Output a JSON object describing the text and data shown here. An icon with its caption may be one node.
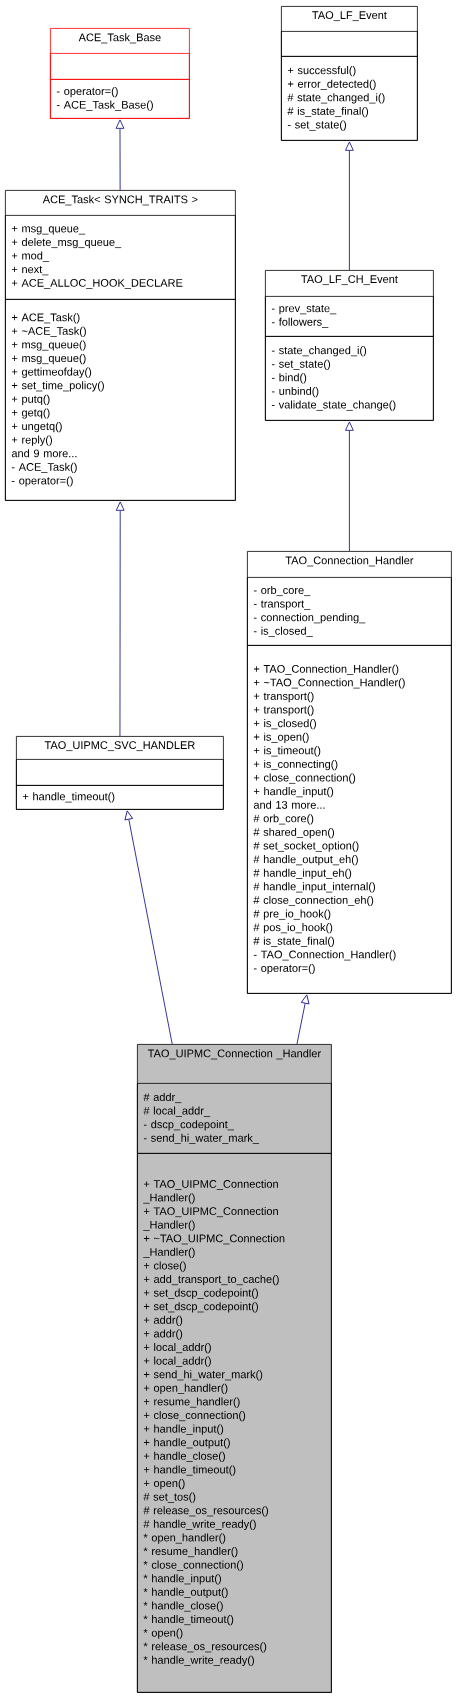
{
  "diagram": {
    "nodes": [
      {
        "text": [
          "ACE_Task_Base"
        ]
      },
      {
        "text": [],
        "shape": "box",
        "in": 0
      },
      {
        "text": [
          "- operator=()",
          "- ACE_Task_Base()"
        ],
        "in": 0
      },
      {
        "text": [
          "TAO_LF_Event"
        ]
      },
      {
        "text": [],
        "shape": "box",
        "in": 3
      },
      {
        "text": [
          "+ successful()",
          "+ error_detected()",
          "# state_changed_i()",
          "# is_state_final()",
          "- set_state()"
        ],
        "in": 3
      },
      {
        "text": [
          "ACE_Task< SYNCH_TRAITS >"
        ]
      },
      {
        "text": [
          "+ msg_queue_",
          "+ delete_msg_queue_",
          "+ mod_",
          "+ next_",
          "+ ACE_ALLOC_HOOK_DECLARE"
        ],
        "in": 6
      },
      {
        "text": [
          "+ ACE_Task()",
          "+ ~ACE_Task()",
          "+ msg_queue()",
          "+ msg_queue()",
          "+ gettimeofday()",
          "+ set_time_policy()",
          "+ putq()",
          "+ getq()",
          "+ ungetq()",
          "+ reply()",
          "and 9 more...",
          "- ACE_Task()",
          "- operator=()"
        ],
        "in": 6
      },
      {
        "text": [
          "TAO_LF_CH_Event"
        ]
      },
      {
        "text": [
          "- prev_state_",
          "- followers_"
        ],
        "in": 9
      },
      {
        "text": [
          "- state_changed_i()",
          "- set_state()",
          "- bind()",
          "- unbind()",
          "- validate_state_change()"
        ],
        "in": 9
      },
      {
        "text": [
          "TAO_UIPMC_SVC_HANDLER"
        ]
      },
      {
        "text": [],
        "shape": "box",
        "in": 12
      },
      {
        "text": [
          "+ handle_timeout()"
        ],
        "in": 12
      },
      {
        "text": [
          "TAO_Connection_Handler"
        ]
      },
      {
        "text": [
          "- orb_core_",
          "- transport_",
          "- connection_pending_",
          "- is_closed_"
        ],
        "in": 15
      },
      {
        "text": [
          "+ TAO_Connection_Handler()",
          "+ ~TAO_Connection_Handler()",
          "+ transport()",
          "+ transport()",
          "+ is_closed()",
          "+ is_open()",
          "+ is_timeout()",
          "+ is_connecting()",
          "+ close_connection()",
          "+ handle_input()",
          "and 13 more...",
          "# orb_core()",
          "# shared_open()",
          "# set_socket_option()",
          "# handle_output_eh()",
          "# handle_input_eh()",
          "# handle_input_internal()",
          "# close_connection_eh()",
          "# pre_io_hook()",
          "# pos_io_hook()",
          "# is_state_final()",
          "- TAO_Connection_Handler()",
          "- operator=()"
        ],
        "in": 15
      },
      {
        "text": [
          "TAO_UIPMC_Connection _Handler"
        ]
      },
      {
        "text": [
          "# addr_",
          "# local_addr_",
          "- dscp_codepoint_",
          "- send_hi_water_mark_"
        ],
        "in": 18
      },
      {
        "text": [
          "+ TAO_UIPMC_Connection _Handler()",
          "+ TAO_UIPMC_Connection _Handler()",
          "+ ~TAO_UIPMC_Connection _Handler()",
          "+ close()",
          "+ add_transport_to_cache()",
          "+ set_dscp_codepoint()",
          "+ set_dscp_codepoint()",
          "+ addr()",
          "+ addr()",
          "+ local_addr()",
          "+ local_addr()",
          "+ send_hi_water_mark()",
          "+ open_handler()",
          "+ resume_handler()",
          "+ close_connection()",
          "+ handle_input()",
          "+ handle_output()",
          "+ handle_close()",
          "+ handle_timeout()",
          "+ open()",
          "# set_tos()",
          "# release_os_resources()",
          "# handle_write_ready()",
          "* open_handler()",
          "* resume_handler()",
          "* close_connection()",
          "* handle_input()",
          "* handle_output()",
          "* handle_close()",
          "* handle_timeout()",
          "* open()",
          "* release_os_resources()",
          "* handle_write_ready()"
        ],
        "in": 18
      }
    ],
    "edges": [
      {
        "from": 6,
        "to": 0,
        "arrow": "to"
      },
      {
        "from": 9,
        "to": 3,
        "arrow": "to"
      },
      {
        "from": 15,
        "to": 9,
        "arrow": "to"
      },
      {
        "from": 12,
        "to": 6,
        "arrow": "to"
      },
      {
        "from": 18,
        "to": 12,
        "arrow": "to"
      },
      {
        "from": 18,
        "to": 15,
        "arrow": "to"
      }
    ]
  }
}
